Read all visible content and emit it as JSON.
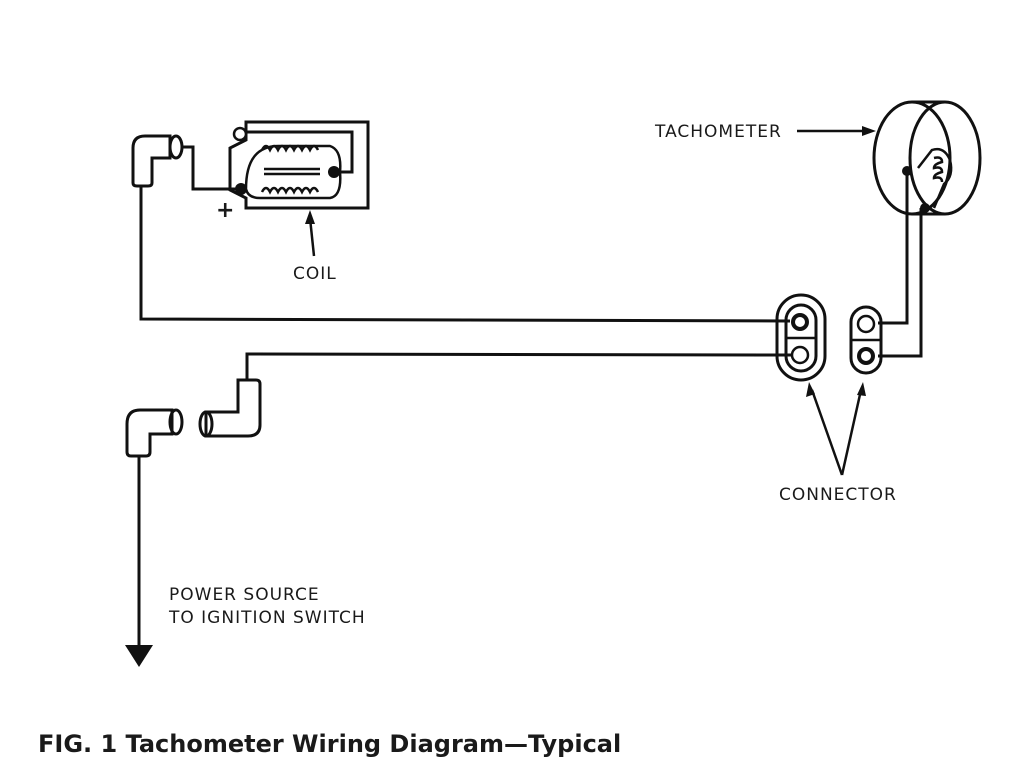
{
  "figure": {
    "caption": "FIG. 1 Tachometer Wiring Diagram—Typical",
    "labels": {
      "tachometer": "TACHOMETER",
      "coil": "COIL",
      "connector": "CONNECTOR",
      "power_line1": "POWER SOURCE",
      "power_line2": "TO IGNITION SWITCH",
      "plus": "+"
    },
    "components": [
      {
        "name": "coil",
        "terminal": "+"
      },
      {
        "name": "tachometer"
      },
      {
        "name": "connector",
        "count": 2
      },
      {
        "name": "bullet-connector-pair"
      },
      {
        "name": "power-source",
        "destination": "ignition switch"
      }
    ],
    "colors": {
      "ink": "#111111",
      "background": "#ffffff"
    }
  }
}
